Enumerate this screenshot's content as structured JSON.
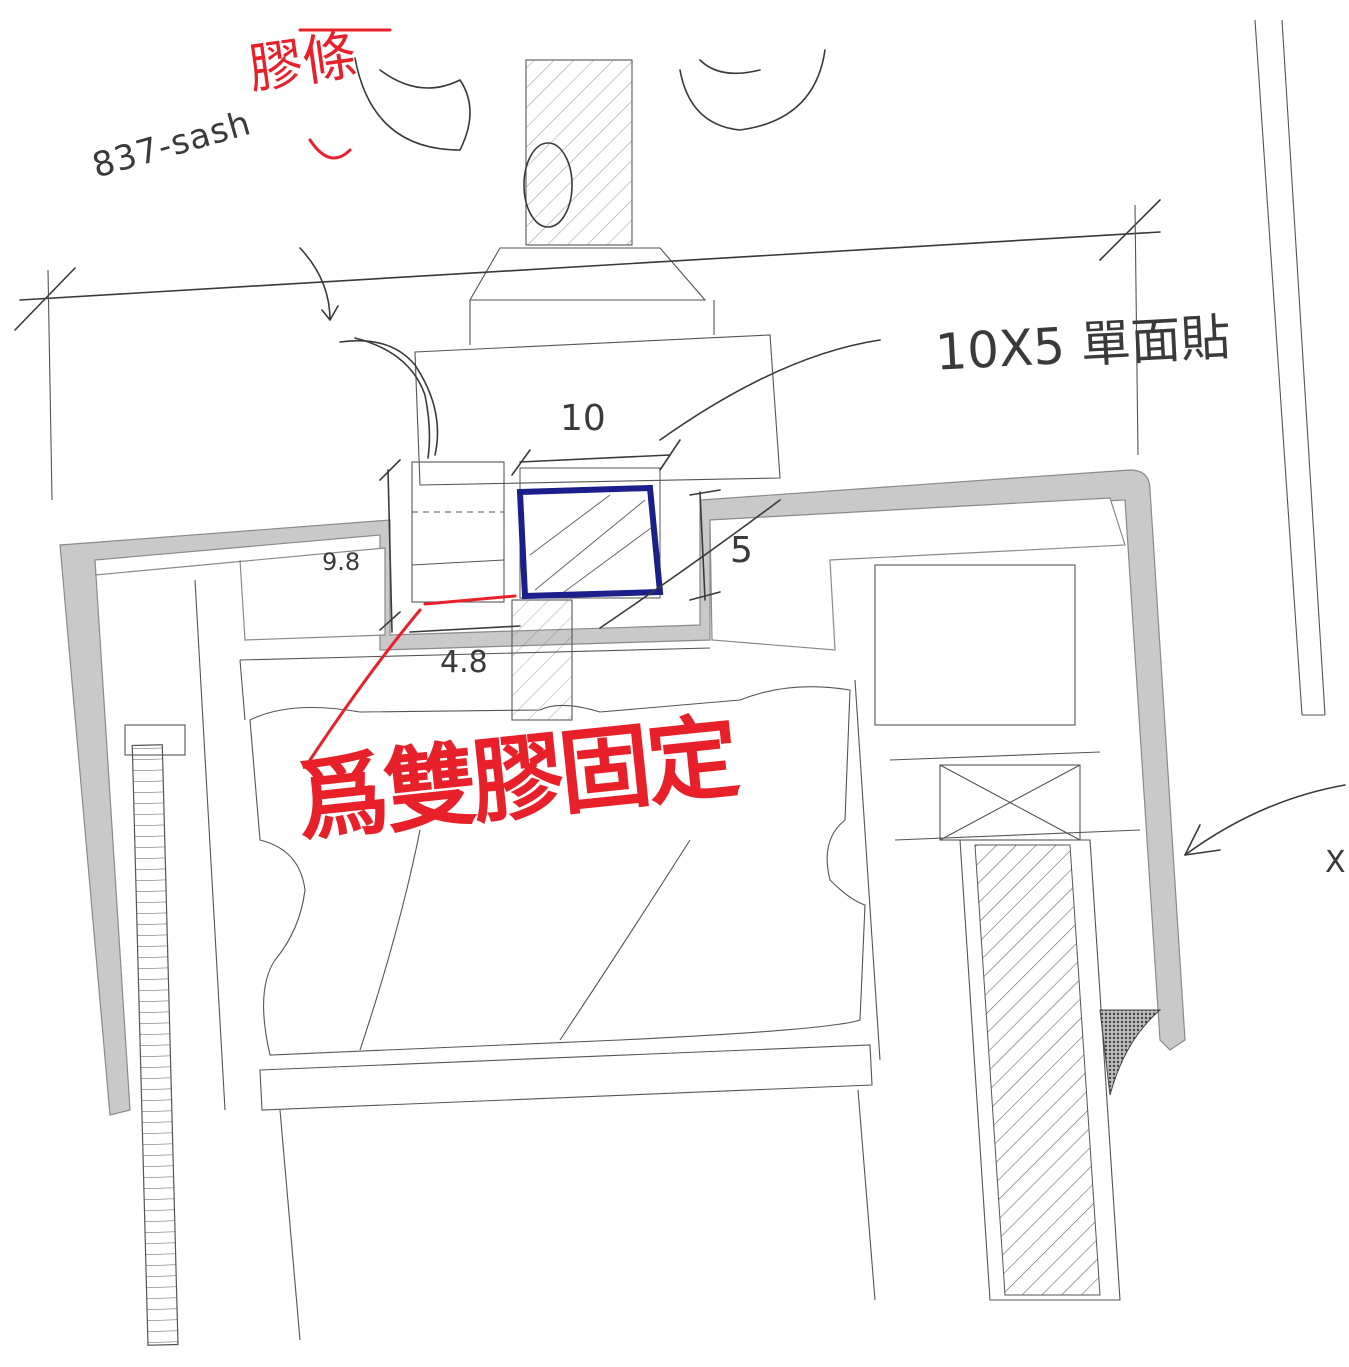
{
  "annotations": {
    "part_label": "837-sash",
    "part_label_red_overwrite": "膠條",
    "dimension_note": "10X5 單面貼",
    "dim_10": "10",
    "dim_5": "5",
    "dim_9_8": "9.8",
    "dim_4_8": "4.8",
    "red_instruction": "爲雙膠固定",
    "x_mark": "X"
  },
  "colors": {
    "red_ink": "#e8202a",
    "blue_ink": "#1a1f8c",
    "frame_gray": "#c9c9c9",
    "pencil": "#3a3a3a"
  }
}
